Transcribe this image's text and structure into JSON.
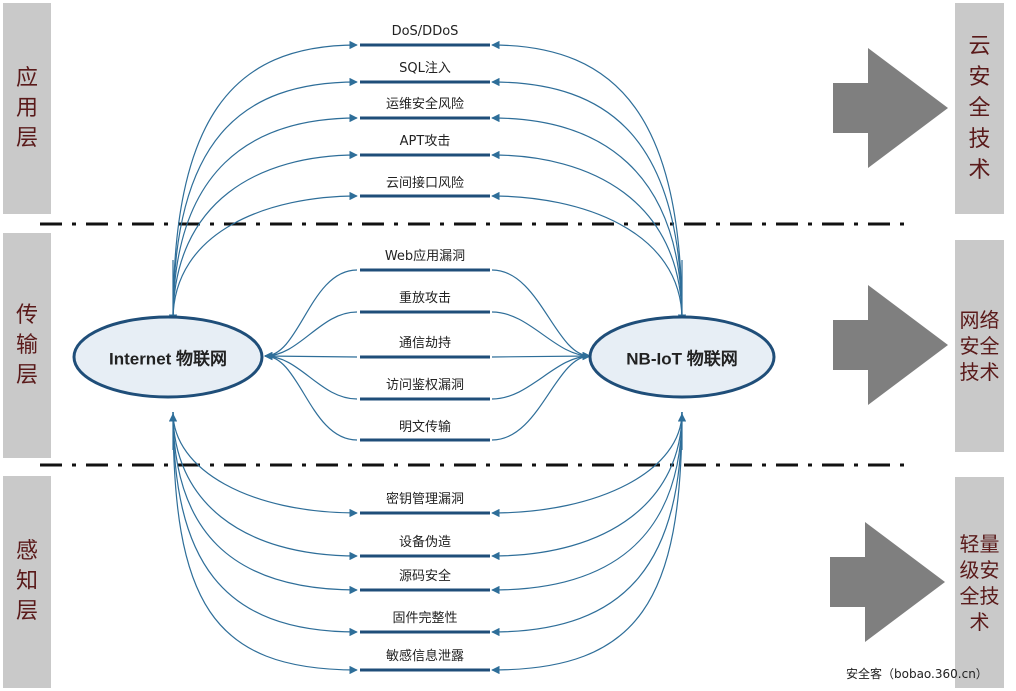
{
  "layers": [
    {
      "label": "应用层"
    },
    {
      "label": "传输层"
    },
    {
      "label": "感知层"
    }
  ],
  "technologies": [
    {
      "label": "云安全技术"
    },
    {
      "label": "网络安全技术"
    },
    {
      "label": "轻量级安全技术"
    }
  ],
  "nodes": {
    "left": "Internet 物联网",
    "right": "NB-IoT 物联网"
  },
  "threats": {
    "application": [
      "DoS/DDoS",
      "SQL注入",
      "运维安全风险",
      "APT攻击",
      "云间接口风险"
    ],
    "transport": [
      "Web应用漏洞",
      "重放攻击",
      "通信劫持",
      "访问鉴权漏洞",
      "明文传输"
    ],
    "perception": [
      "密钥管理漏洞",
      "设备伪造",
      "源码安全",
      "固件完整性",
      "敏感信息泄露"
    ]
  },
  "watermark": "安全客（bobao.360.cn）",
  "colors": {
    "layer_bg": "#c9c9c9",
    "layer_text": "#5a1a1a",
    "arrow_gray": "#7f7f7f",
    "curve_blue": "#2e6e99",
    "bar_blue": "#1f4e79",
    "node_fill": "#e7eef5"
  }
}
